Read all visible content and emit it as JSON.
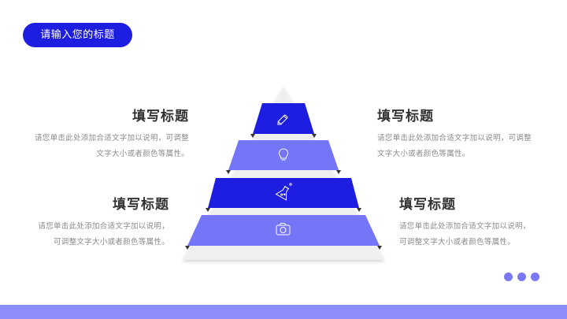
{
  "header": {
    "title": "请输入您的标题"
  },
  "blocks": [
    {
      "title": "填写标题",
      "line1": "请您单击此处添加合适文字加以说明，可调整",
      "line2": "文字大小或者颜色等属性。"
    },
    {
      "title": "填写标题",
      "line1": "请您单击此处添加合适文字加以说明，可调整",
      "line2": "文字大小或者颜色等属性。"
    },
    {
      "title": "填写标题",
      "line1": "请您单击此处添加合适文字加以说明，",
      "line2": "可调整文字大小或者颜色等属性。"
    },
    {
      "title": "填写标题",
      "line1": "请您单击此处添加合适文字加以说明，",
      "line2": "可调整文字大小或者颜色等属性。"
    }
  ],
  "pyramid": {
    "levels": [
      {
        "icon": "pencil-icon",
        "color": "#1d1ee0"
      },
      {
        "icon": "lightbulb-icon",
        "color": "#7575f7"
      },
      {
        "icon": "flask-icon",
        "color": "#1d1ee0"
      },
      {
        "icon": "camera-icon",
        "color": "#7575f7"
      }
    ],
    "base_color": "#efefef"
  },
  "colors": {
    "accent": "#1d1ee0",
    "accent_light": "#7575f7",
    "footer": "#8c8cfa",
    "heading": "#333333",
    "body_text": "#8a8a8a"
  },
  "pagination": {
    "dots": 3
  }
}
